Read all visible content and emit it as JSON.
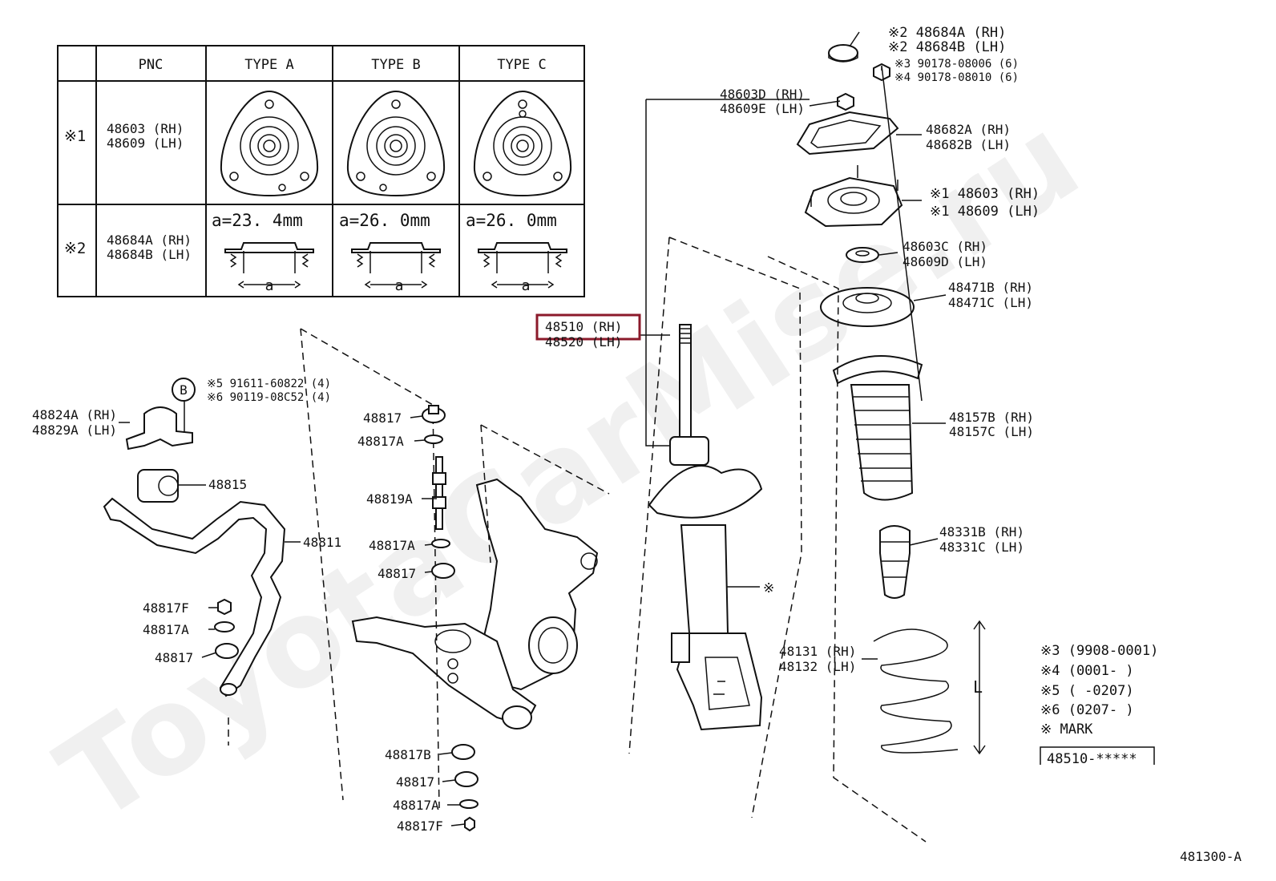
{
  "watermark": "ToyotaCarMise.ru",
  "diagram_code": "481300-A",
  "highlight_color": "#8B1A2B",
  "type_table": {
    "headers": [
      "PNC",
      "TYPE A",
      "TYPE B",
      "TYPE C"
    ],
    "rows": [
      {
        "mark": "※1",
        "pnc": [
          "48603 (RH)",
          "48609 (LH)"
        ]
      },
      {
        "mark": "※2",
        "pnc": [
          "48684A (RH)",
          "48684B (LH)"
        ],
        "dims": [
          "a=23. 4mm",
          "a=26. 0mm",
          "a=26. 0mm"
        ],
        "dim_letter": "a"
      }
    ]
  },
  "callouts": [
    {
      "id": "cap_rh",
      "text": "※2  48684A (RH)"
    },
    {
      "id": "cap_lh",
      "text": "※2  48684B (LH)"
    },
    {
      "id": "nut3",
      "text": "※3  90178-08006 (6)"
    },
    {
      "id": "nut4",
      "text": "※4  90178-08010 (6)"
    },
    {
      "id": "m_d_rh",
      "text": "48603D (RH)"
    },
    {
      "id": "m_e_lh",
      "text": "48609E (LH)"
    },
    {
      "id": "gasket_rh",
      "text": "48682A (RH)"
    },
    {
      "id": "gasket_lh",
      "text": "48682B (LH)"
    },
    {
      "id": "mount_rh",
      "text": "※1 48603 (RH)"
    },
    {
      "id": "mount_lh",
      "text": "※1 48609 (LH)"
    },
    {
      "id": "washer_rh",
      "text": "48603C (RH)"
    },
    {
      "id": "washer_lh",
      "text": "48609D (LH)"
    },
    {
      "id": "seat_rh",
      "text": "48471B (RH)"
    },
    {
      "id": "seat_lh",
      "text": "48471C (LH)"
    },
    {
      "id": "strut_rh",
      "text": "48510 (RH)"
    },
    {
      "id": "strut_lh",
      "text": "48520 (LH)"
    },
    {
      "id": "boot_rh",
      "text": "48157B (RH)"
    },
    {
      "id": "boot_lh",
      "text": "48157C (LH)"
    },
    {
      "id": "bump_rh",
      "text": "48331B (RH)"
    },
    {
      "id": "bump_lh",
      "text": "48331C (LH)"
    },
    {
      "id": "spring_rh",
      "text": "48131 (RH)"
    },
    {
      "id": "spring_lh",
      "text": "48132 (LH)"
    },
    {
      "id": "mark_sym",
      "text": "※"
    },
    {
      "id": "bolt5",
      "text": "※5 91611-60822 (4)"
    },
    {
      "id": "bolt6",
      "text": "※6 90119-08C52 (4)"
    },
    {
      "id": "circle_b",
      "text": "B"
    },
    {
      "id": "bracket_rh",
      "text": "48824A (RH)"
    },
    {
      "id": "bracket_lh",
      "text": "48829A (LH)"
    },
    {
      "id": "bushing",
      "text": "48815"
    },
    {
      "id": "stabilizer",
      "text": "48811"
    },
    {
      "id": "l_17f",
      "text": "48817F"
    },
    {
      "id": "l_17a_l",
      "text": "48817A"
    },
    {
      "id": "l_17_l",
      "text": "48817"
    },
    {
      "id": "l_17_t",
      "text": "48817"
    },
    {
      "id": "l_17a_t",
      "text": "48817A"
    },
    {
      "id": "link",
      "text": "48819A"
    },
    {
      "id": "l_17a_m",
      "text": "48817A"
    },
    {
      "id": "l_17_m",
      "text": "48817"
    },
    {
      "id": "l_17b",
      "text": "48817B"
    },
    {
      "id": "l_17_b",
      "text": "48817"
    },
    {
      "id": "l_17a_b",
      "text": "48817A"
    },
    {
      "id": "l_17f_b",
      "text": "48817F"
    },
    {
      "id": "spring_len",
      "text": "L"
    }
  ],
  "notes": [
    "※3 (9908-0001)",
    "※4 (0001-      )",
    "※5 (      -0207)",
    "※6 (0207-      )",
    "※ MARK"
  ],
  "mark_box": "48510-*****"
}
